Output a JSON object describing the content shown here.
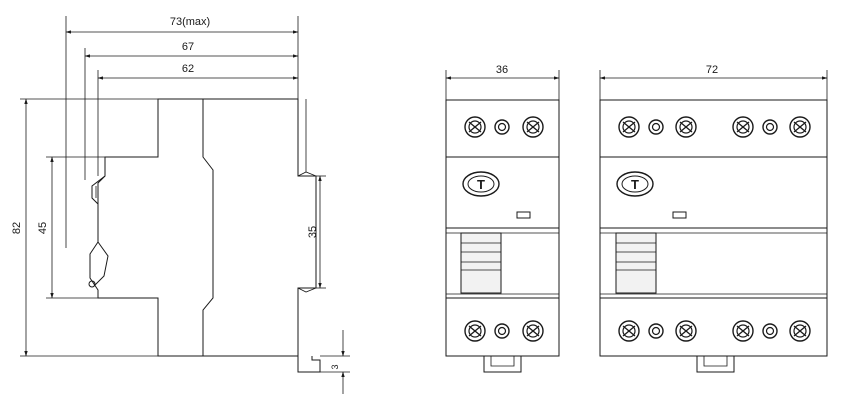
{
  "side_view": {
    "dim_total_width": "73(max)",
    "dim_width_2": "67",
    "dim_width_3": "62",
    "dim_height": "82",
    "dim_rail_height": "45",
    "dim_din_rail": "35",
    "dim_clip": "3"
  },
  "front_view_2p": {
    "dim_width": "36",
    "test_button_label": "T"
  },
  "front_view_4p": {
    "dim_width": "72",
    "test_button_label": "T"
  }
}
